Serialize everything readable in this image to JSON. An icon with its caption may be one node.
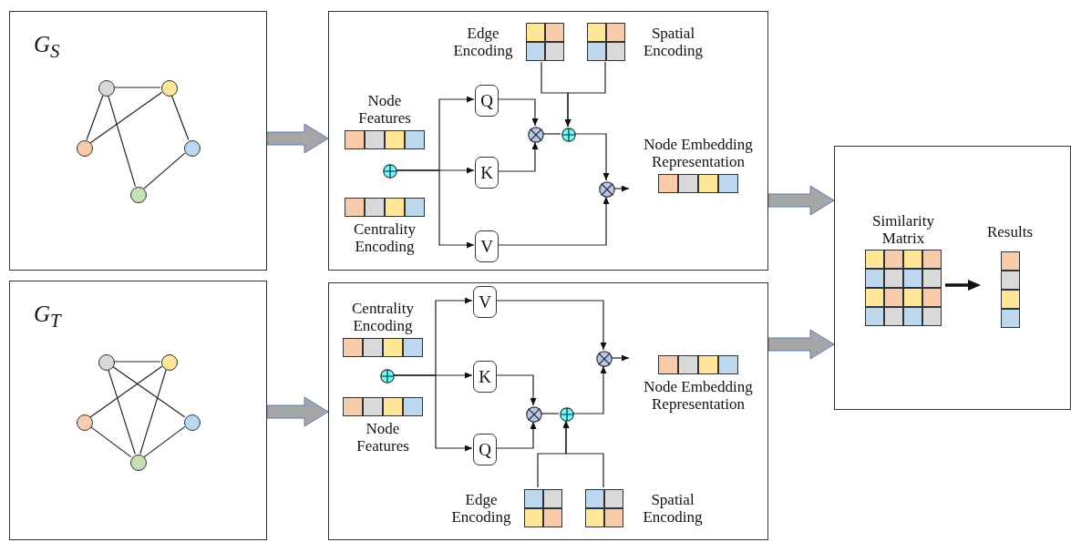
{
  "diagram": {
    "nodes": [
      {
        "text": [
          "G$_{S}$"
        ]
      },
      {
        "text": [],
        "shape": "circle",
        "in": 0
      },
      {
        "text": [],
        "shape": "circle",
        "in": 0
      },
      {
        "text": [],
        "shape": "circle",
        "in": 0
      },
      {
        "text": [],
        "shape": "circle",
        "in": 0
      },
      {
        "text": [],
        "shape": "circle",
        "in": 0
      },
      {
        "text": [],
        "shape": "box"
      },
      {
        "text": [
          "Edge Encoding"
        ],
        "in": 6
      },
      {
        "text": [
          "Spatial Encoding"
        ],
        "in": 6
      },
      {
        "text": [
          "Node Features"
        ],
        "in": 6
      },
      {
        "text": [],
        "shape": "circle",
        "in": 6
      },
      {
        "text": [
          "Centrality Encoding"
        ],
        "in": 6
      },
      {
        "text": [
          "Q"
        ],
        "in": 6
      },
      {
        "text": [
          "K"
        ],
        "in": 6
      },
      {
        "text": [
          "V"
        ],
        "in": 6
      },
      {
        "text": [],
        "shape": "circle",
        "in": 6
      },
      {
        "text": [],
        "shape": "circle",
        "in": 6
      },
      {
        "text": [],
        "shape": "circle",
        "in": 6
      },
      {
        "text": [
          "Node Embedding Representation"
        ],
        "in": 6
      },
      {
        "text": [
          "G$_{T}$"
        ]
      },
      {
        "text": [],
        "shape": "circle",
        "in": 19
      },
      {
        "text": [],
        "shape": "circle",
        "in": 19
      },
      {
        "text": [],
        "shape": "circle",
        "in": 19
      },
      {
        "text": [],
        "shape": "circle",
        "in": 19
      },
      {
        "text": [],
        "shape": "circle",
        "in": 19
      },
      {
        "text": [],
        "shape": "box"
      },
      {
        "text": [
          "Centrality Encoding"
        ],
        "in": 25
      },
      {
        "text": [
          "V"
        ],
        "in": 25
      },
      {
        "text": [],
        "shape": "circle",
        "in": 25
      },
      {
        "text": [
          "K"
        ],
        "in": 25
      },
      {
        "text": [
          "Node Features"
        ],
        "in": 25
      },
      {
        "text": [],
        "shape": "circle",
        "in": 25
      },
      {
        "text": [
          "Node Embedding Representation"
        ],
        "in": 25
      },
      {
        "text": [],
        "shape": "circle",
        "in": 25
      },
      {
        "text": [],
        "shape": "circle",
        "in": 25
      },
      {
        "text": [
          "Q"
        ],
        "in": 25
      },
      {
        "text": [
          "Edge Encoding"
        ],
        "in": 25
      },
      {
        "text": [
          "Spatial Encoding"
        ],
        "in": 25
      },
      {
        "text": [],
        "shape": "box"
      },
      {
        "text": [
          "Similarity Matrix"
        ],
        "in": 38
      },
      {
        "text": [
          "Results"
        ],
        "in": 38
      }
    ],
    "edges": [
      {
        "from": 1,
        "to": 2,
        "arrow": "none"
      },
      {
        "from": 1,
        "to": 3,
        "arrow": "none"
      },
      {
        "from": 1,
        "to": 5,
        "arrow": "none"
      },
      {
        "from": 3,
        "to": 2,
        "arrow": "none"
      },
      {
        "from": 2,
        "to": 4,
        "arrow": "none"
      },
      {
        "from": 4,
        "to": 5,
        "arrow": "none"
      },
      {
        "from": 0,
        "to": 6,
        "arrow": "to",
        "style": "thick",
        "color": "#a6a6a6"
      },
      {
        "from": 10,
        "to": 12,
        "arrow": "to"
      },
      {
        "from": 10,
        "to": 13,
        "arrow": "to"
      },
      {
        "from": 10,
        "to": 14,
        "arrow": "to"
      },
      {
        "from": 12,
        "to": 15,
        "arrow": "to"
      },
      {
        "from": 13,
        "to": 15,
        "arrow": "to"
      },
      {
        "from": 15,
        "to": 16,
        "arrow": "none"
      },
      {
        "from": 7,
        "to": 16,
        "arrow": "to"
      },
      {
        "from": 8,
        "to": 16,
        "arrow": "to"
      },
      {
        "from": 16,
        "to": 17,
        "arrow": "to"
      },
      {
        "from": 14,
        "to": 17,
        "arrow": "to"
      },
      {
        "from": 17,
        "to": 18,
        "arrow": "to"
      },
      {
        "from": 6,
        "to": 38,
        "arrow": "to",
        "style": "thick",
        "color": "#a6a6a6"
      },
      {
        "from": 20,
        "to": 21,
        "arrow": "none"
      },
      {
        "from": 20,
        "to": 24,
        "arrow": "none"
      },
      {
        "from": 20,
        "to": 23,
        "arrow": "none"
      },
      {
        "from": 22,
        "to": 21,
        "arrow": "none"
      },
      {
        "from": 22,
        "to": 24,
        "arrow": "none"
      },
      {
        "from": 21,
        "to": 24,
        "arrow": "none"
      },
      {
        "from": 23,
        "to": 24,
        "arrow": "none"
      },
      {
        "from": 19,
        "to": 25,
        "arrow": "to",
        "style": "thick",
        "color": "#a6a6a6"
      },
      {
        "from": 28,
        "to": 29,
        "arrow": "to"
      },
      {
        "from": 28,
        "to": 27,
        "arrow": "to"
      },
      {
        "from": 28,
        "to": 35,
        "arrow": "to"
      },
      {
        "from": 29,
        "to": 33,
        "arrow": "to"
      },
      {
        "from": 35,
        "to": 33,
        "arrow": "to"
      },
      {
        "from": 33,
        "to": 34,
        "arrow": "none"
      },
      {
        "from": 36,
        "to": 34,
        "arrow": "to"
      },
      {
        "from": 37,
        "to": 34,
        "arrow": "to"
      },
      {
        "from": 34,
        "to": 31,
        "arrow": "to"
      },
      {
        "from": 27,
        "to": 31,
        "arrow": "to"
      },
      {
        "from": 31,
        "to": 32,
        "arrow": "to"
      },
      {
        "from": 25,
        "to": 38,
        "arrow": "to",
        "style": "thick",
        "color": "#a6a6a6"
      },
      {
        "from": 39,
        "to": 40,
        "arrow": "to",
        "style": "thick"
      }
    ]
  }
}
